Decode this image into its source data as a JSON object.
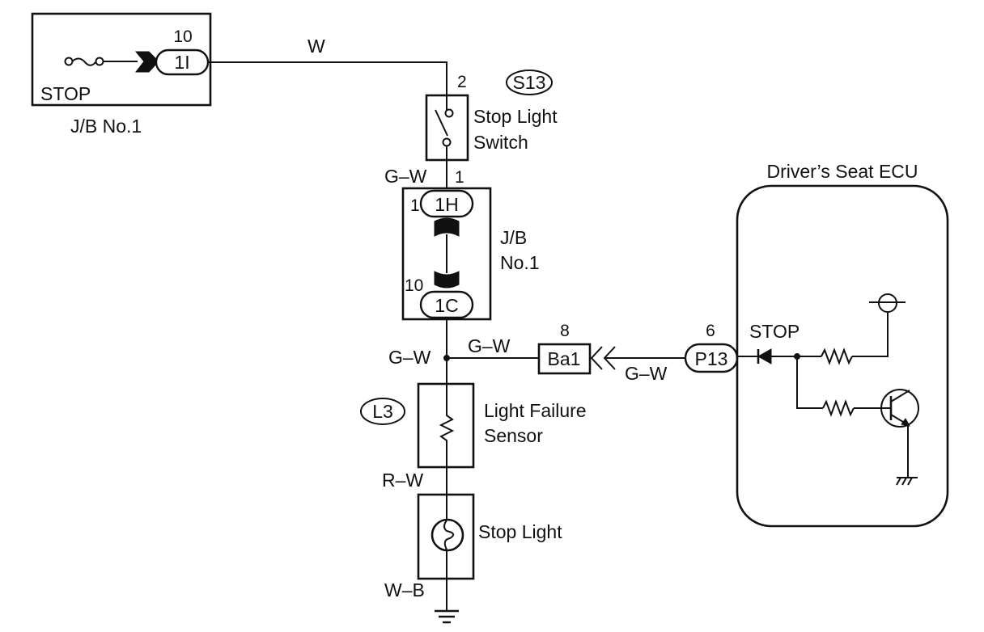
{
  "diagram": {
    "type": "wiring-diagram",
    "jb_top": {
      "label": "J/B No.1",
      "fuse_label": "STOP",
      "connector_id": "1I",
      "pin": "10"
    },
    "wire_top": "W",
    "stop_light_switch": {
      "code": "S13",
      "name_line1": "Stop Light",
      "name_line2": "Switch",
      "pin_in": "2",
      "pin_out": "1"
    },
    "wire_switch_out": "G–W",
    "jb_mid": {
      "label_line1": "J/B",
      "label_line2": "No.1",
      "connector_top": "1H",
      "connector_top_pin": "1",
      "connector_bottom": "1C",
      "connector_bottom_pin": "10"
    },
    "wire_junction_left": "G–W",
    "wire_junction_right": "G–W",
    "ba1": {
      "id": "Ba1",
      "pin": "8"
    },
    "wire_to_ecu": "G–W",
    "p13": {
      "id": "P13",
      "pin": "6"
    },
    "ecu": {
      "title": "Driver’s Seat ECU",
      "terminal": "STOP"
    },
    "light_failure_sensor": {
      "code": "L3",
      "name_line1": "Light Failure",
      "name_line2": "Sensor"
    },
    "wire_sensor_out": "R–W",
    "stop_light": {
      "name": "Stop Light"
    },
    "wire_ground": "W–B"
  }
}
